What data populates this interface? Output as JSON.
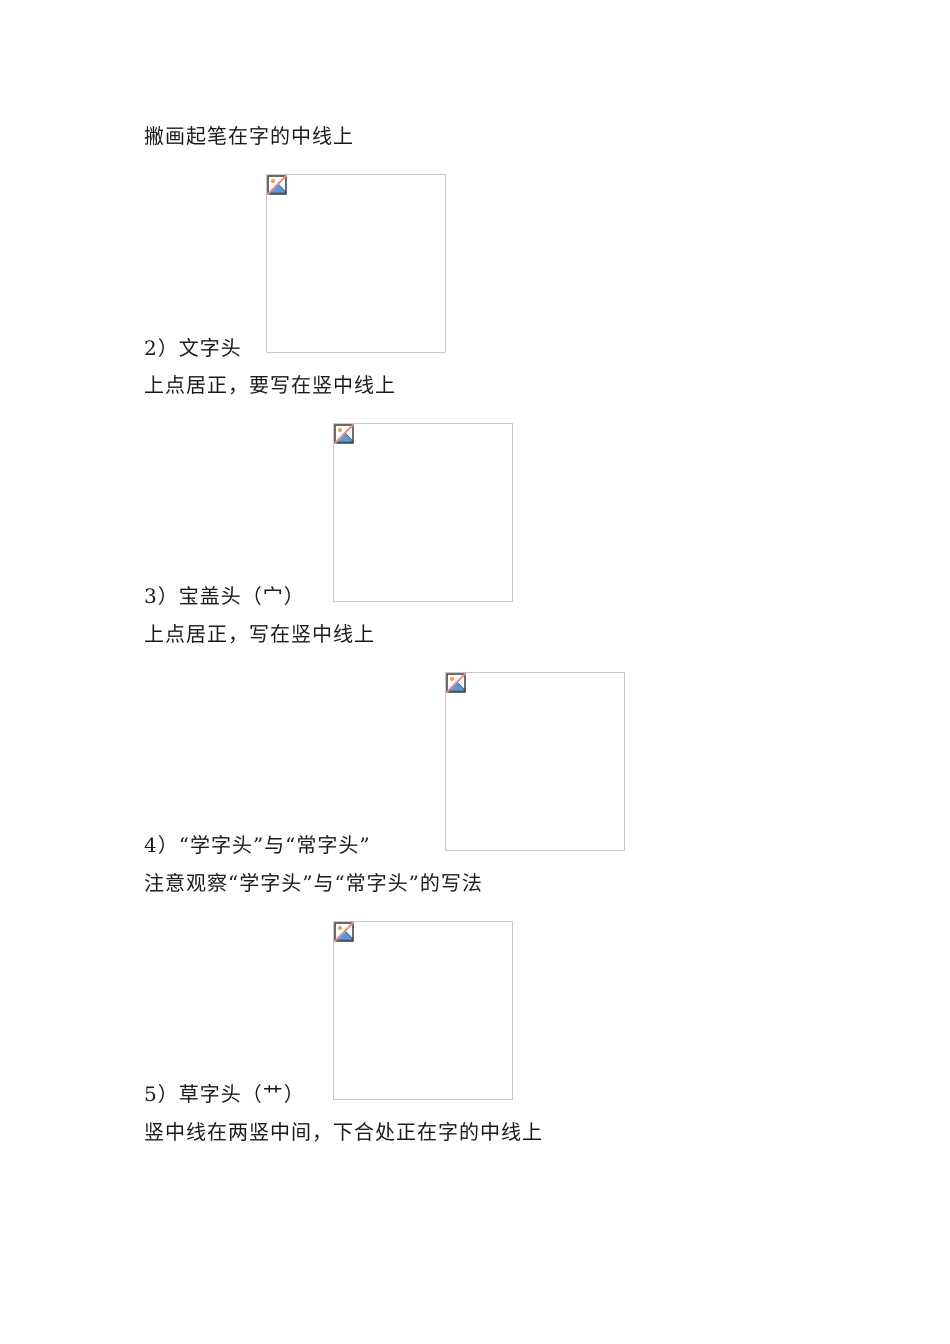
{
  "document": {
    "blocks": [
      {
        "type": "text",
        "text": "撇画起笔在字的中线上"
      },
      {
        "type": "heading",
        "text": "2）文字头"
      },
      {
        "type": "text",
        "text": "上点居正，要写在竖中线上"
      },
      {
        "type": "heading",
        "text": "3）宝盖头（宀）"
      },
      {
        "type": "text",
        "text": "上点居正，写在竖中线上"
      },
      {
        "type": "heading",
        "text": "4）“学字头”与“常字头”"
      },
      {
        "type": "text",
        "text": "注意观察“学字头”与“常字头”的写法"
      },
      {
        "type": "heading",
        "text": "5）草字头（艹）"
      },
      {
        "type": "text",
        "text": "竖中线在两竖中间，下合处正在字的中线上"
      }
    ],
    "images": [
      {
        "icon": "broken-image-icon"
      },
      {
        "icon": "broken-image-icon"
      },
      {
        "icon": "broken-image-icon"
      },
      {
        "icon": "broken-image-icon"
      }
    ]
  }
}
